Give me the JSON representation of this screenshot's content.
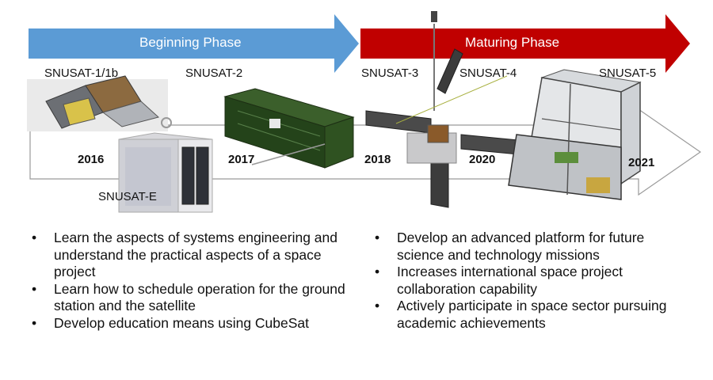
{
  "phases": {
    "beginning": {
      "label": "Beginning Phase",
      "color": "#5b9bd5"
    },
    "maturing": {
      "label": "Maturing Phase",
      "color": "#c00000"
    }
  },
  "satellites": {
    "snusat_1": "SNUSAT-1/1b",
    "snusat_2": "SNUSAT-2",
    "snusat_3": "SNUSAT-3",
    "snusat_4": "SNUSAT-4",
    "snusat_5": "SNUSAT-5",
    "snusat_e": "SNUSAT-E"
  },
  "years": [
    "2016",
    "2017",
    "2018",
    "2020",
    "2021"
  ],
  "bullets_left": [
    "Learn the aspects of systems engineering and understand the practical aspects of a space project",
    "Learn how to schedule operation for the ground station and the satellite",
    "Develop education means using CubeSat"
  ],
  "bullets_right": [
    "Develop an advanced platform for future science and technology missions",
    "Increases international space project collaboration capability",
    "Actively participate in space sector pursuing academic achievements"
  ]
}
